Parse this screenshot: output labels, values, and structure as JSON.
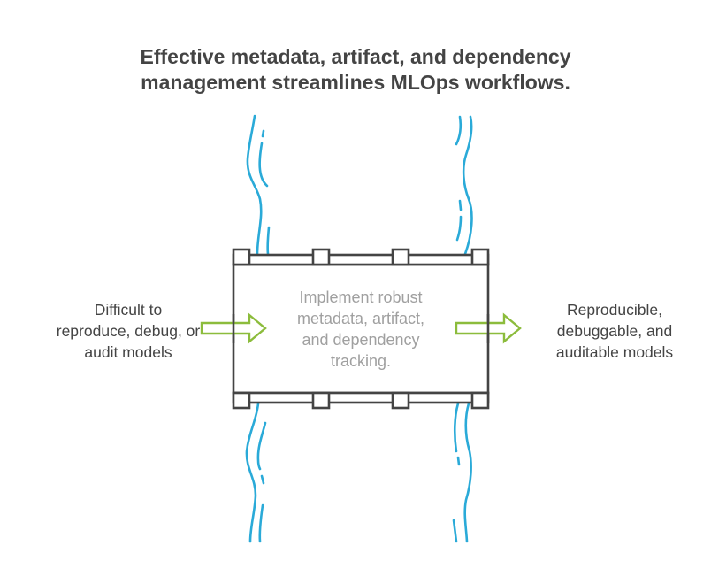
{
  "title": {
    "lines": [
      "Effective metadata, artifact, and dependency",
      "management streamlines MLOps workflows."
    ]
  },
  "input_label": {
    "lines": [
      "Difficult to",
      "reproduce, debug, or",
      "audit models"
    ]
  },
  "process_label": {
    "lines": [
      "Implement robust",
      "metadata, artifact,",
      "and dependency",
      "tracking."
    ]
  },
  "output_label": {
    "lines": [
      "Reproducible,",
      "debuggable, and",
      "auditable models"
    ]
  },
  "icons": {
    "input_arrow": "arrow-right-icon",
    "output_arrow": "arrow-right-icon",
    "bridge": "bridge-icon",
    "river": "wavy-river-icon"
  },
  "colors": {
    "title": "#444444",
    "text": "#444444",
    "process_text": "#a0a0a0",
    "box_stroke": "#444444",
    "arrow": "#8cbc3c",
    "river": "#2aaad8"
  }
}
